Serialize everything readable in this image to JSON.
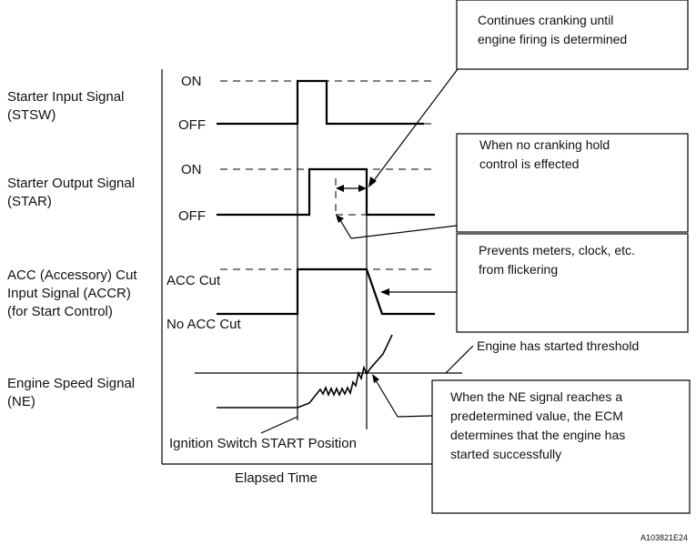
{
  "signals": [
    {
      "name_line1": "Starter Input Signal",
      "name_line2": "(STSW)",
      "high_label": "ON",
      "low_label": "OFF"
    },
    {
      "name_line1": "Starter Output Signal",
      "name_line2": "(STAR)",
      "high_label": "ON",
      "low_label": "OFF"
    },
    {
      "name_line1": "ACC (Accessory) Cut",
      "name_line2": "Input Signal (ACCR)",
      "name_line3": "(for Start Control)",
      "high_label": "ACC Cut",
      "low_label": "No ACC Cut"
    },
    {
      "name_line1": "Engine Speed Signal",
      "name_line2": "(NE)"
    }
  ],
  "annotations": {
    "cranking_until_firing": [
      "Continues cranking until",
      "engine firing is determined"
    ],
    "no_cranking_hold": [
      "When no cranking hold",
      "control is effected"
    ],
    "prevents_flicker": [
      "Prevents meters, clock, etc.",
      "from flickering"
    ],
    "threshold": "Engine has started threshold",
    "ne_reaches": [
      "When the NE signal reaches a",
      "predetermined value, the ECM",
      "determines that the engine has",
      "started successfully"
    ],
    "ignition_start": "Ignition Switch START Position"
  },
  "x_axis_label": "Elapsed Time",
  "figure_code": "A103821E24"
}
